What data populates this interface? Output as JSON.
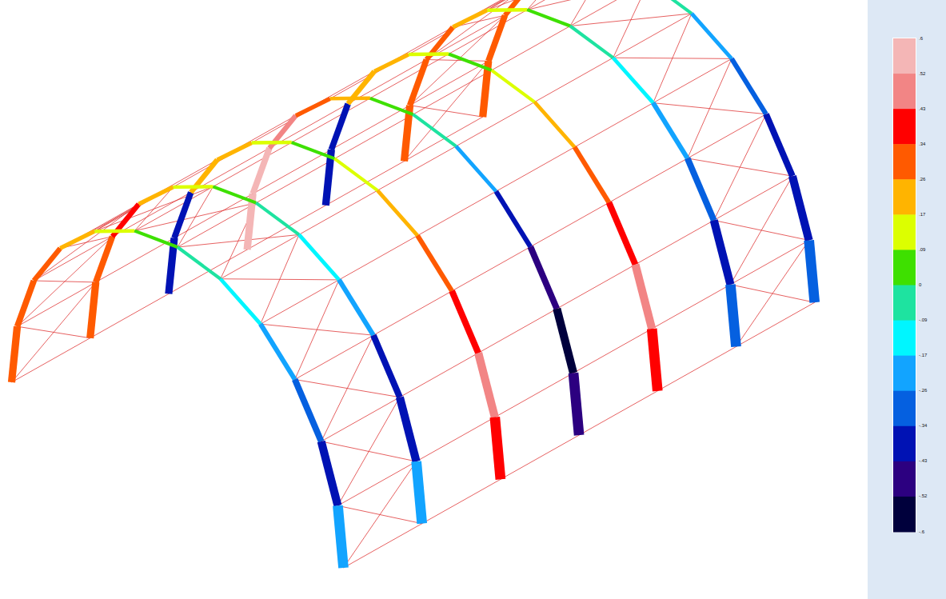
{
  "diagram": {
    "labels": [
      ".6",
      ".52",
      ".43",
      ".34",
      ".26",
      ".17",
      ".09",
      "0",
      "-.09",
      "-.17",
      "-.26",
      "-.34",
      "-.43",
      "-.52",
      "-.6"
    ]
  }
}
